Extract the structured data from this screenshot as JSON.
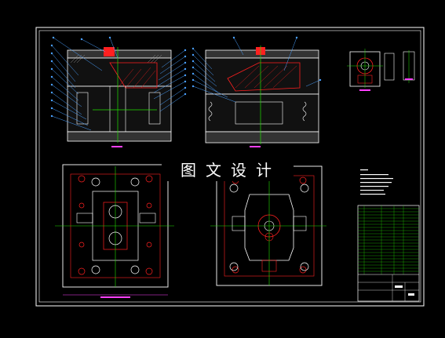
{
  "watermark": {
    "text": "图文设计"
  },
  "colors": {
    "background": "#000000",
    "frame": "#ffffff",
    "leader": "#4aa0ff",
    "plate_white": "#e8e8e8",
    "red": "#ff2020",
    "green": "#22e000",
    "magenta": "#ff40ff",
    "cyan": "#30e0ff",
    "yellow": "#ffff00"
  },
  "views": {
    "front_section": "section-view-left",
    "side_section": "section-view-right",
    "part_detail": "part-detail-view",
    "bottom_plan": "fixed-half-plan",
    "moving_plan": "moving-half-plan"
  },
  "title_block": {
    "notes_heading": "",
    "notes": [
      "",
      "",
      "",
      "",
      ""
    ]
  }
}
